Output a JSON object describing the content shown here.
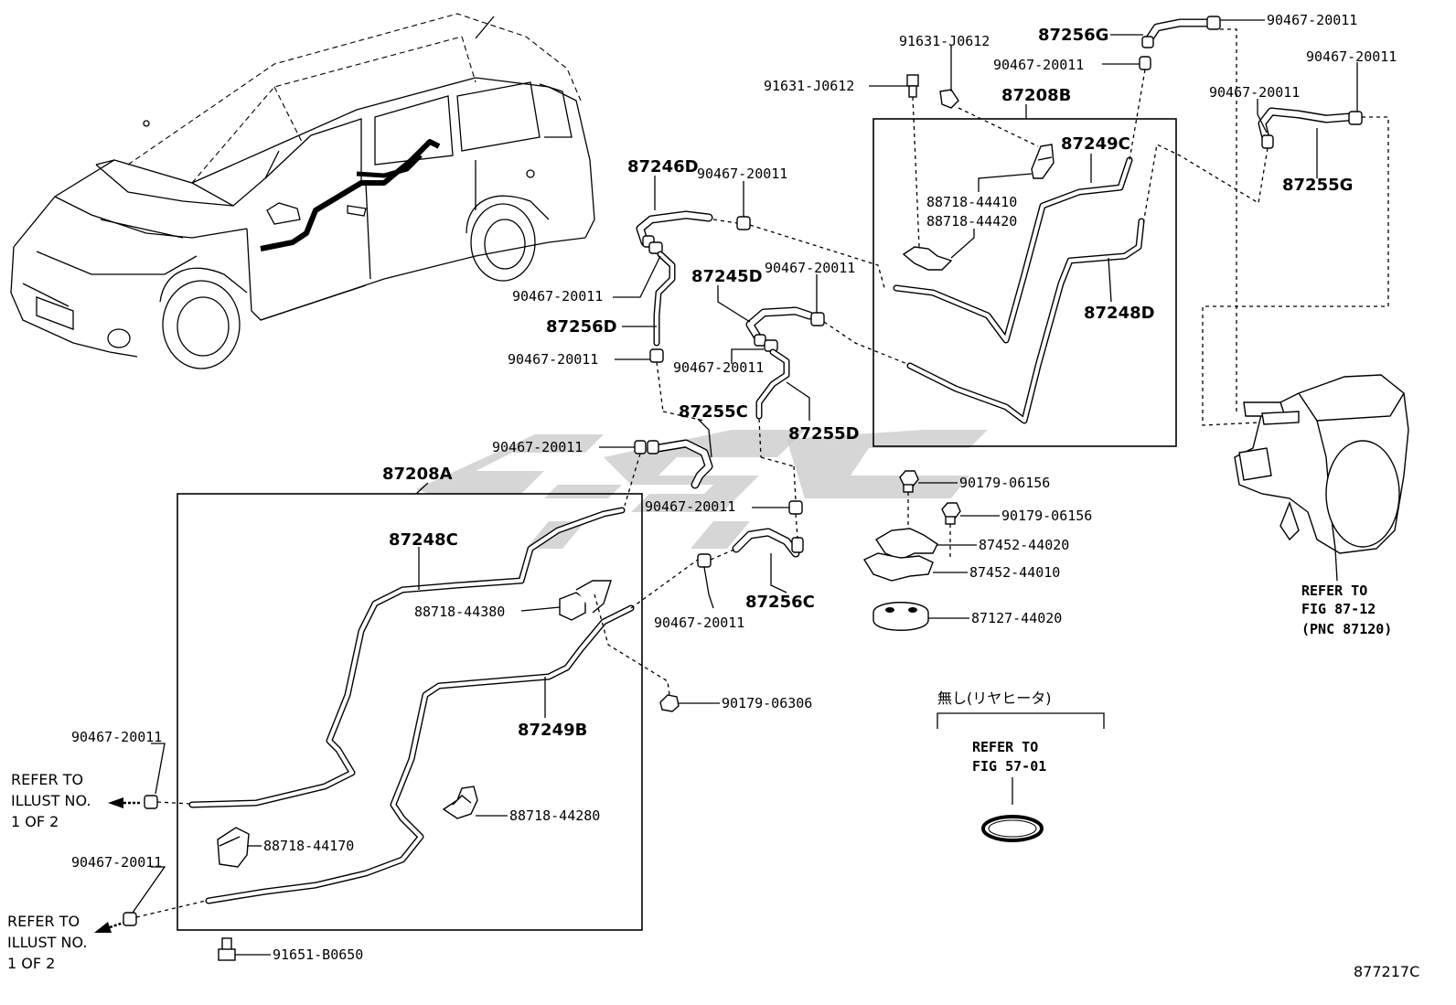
{
  "diagram": {
    "figure_code": "877217C",
    "box_labels": {
      "left_box": "87208A",
      "right_box": "87208B"
    },
    "part_labels": {
      "p87256G": "87256G",
      "p87246D": "87246D",
      "p87256D": "87256D",
      "p87245D": "87245D",
      "p87255C": "87255C",
      "p87255D": "87255D",
      "p87256C": "87256C",
      "p87248C": "87248C",
      "p87249B": "87249B",
      "p87249C": "87249C",
      "p87248D": "87248D",
      "p87255G": "87255G"
    },
    "clamp_label": "90467-20011",
    "bolt_labels": {
      "b91631_a": "91631-J0612",
      "b91631_b": "91631-J0612",
      "b91651": "91651-B0650",
      "n90179_06156": "90179-06156",
      "n90179_06306": "90179-06306"
    },
    "clip_labels": {
      "c88718_44410": "88718-44410",
      "c88718_44420": "88718-44420",
      "c88718_44380": "88718-44380",
      "c88718_44280": "88718-44280",
      "c88718_44170": "88718-44170"
    },
    "bracket_labels": {
      "k87452_44020": "87452-44020",
      "k87452_44010": "87452-44010",
      "k87127_44020": "87127-44020"
    },
    "refer_illust": {
      "line1": "REFER TO",
      "line2": "ILLUST NO.",
      "line3": "1 OF 2"
    },
    "refer_fig87": {
      "line1": "REFER TO",
      "line2": "FIG 87-12",
      "line3": "(PNC 87120)"
    },
    "refer_fig57": {
      "note": "無し(リヤヒータ)",
      "line1": "REFER TO",
      "line2": "FIG 57-01"
    }
  }
}
